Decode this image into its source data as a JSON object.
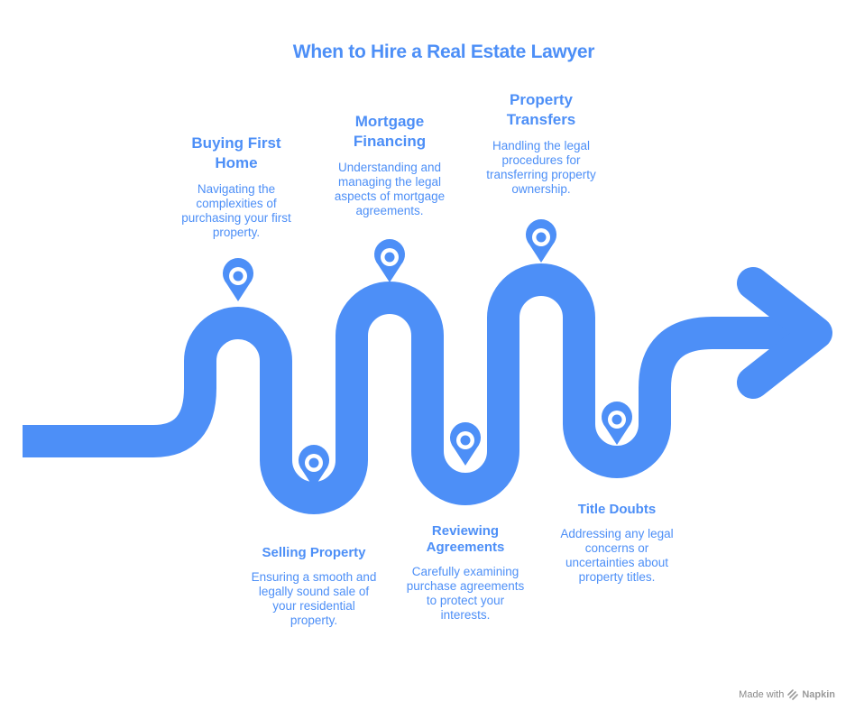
{
  "title": "When to Hire a Real Estate Lawyer",
  "colors": {
    "accent": "#4d8ff7",
    "background": "#ffffff"
  },
  "steps": [
    {
      "heading": "Buying First Home",
      "description": "Navigating the complexities of purchasing your first property.",
      "icon": "location-pin-icon"
    },
    {
      "heading": "Selling Property",
      "description": "Ensuring a smooth and legally sound sale of your residential property.",
      "icon": "location-pin-icon"
    },
    {
      "heading": "Mortgage Financing",
      "description": "Understanding and managing the legal aspects of mortgage agreements.",
      "icon": "location-pin-icon"
    },
    {
      "heading": "Reviewing Agreements",
      "description": "Carefully examining purchase agreements to protect your interests.",
      "icon": "location-pin-icon"
    },
    {
      "heading": "Property Transfers",
      "description": "Handling the legal procedures for transferring property ownership.",
      "icon": "location-pin-icon"
    },
    {
      "heading": "Title Doubts",
      "description": "Addressing any legal concerns or uncertainties about property titles.",
      "icon": "location-pin-icon"
    }
  ],
  "footer": {
    "made_with": "Made with",
    "brand": "Napkin"
  }
}
